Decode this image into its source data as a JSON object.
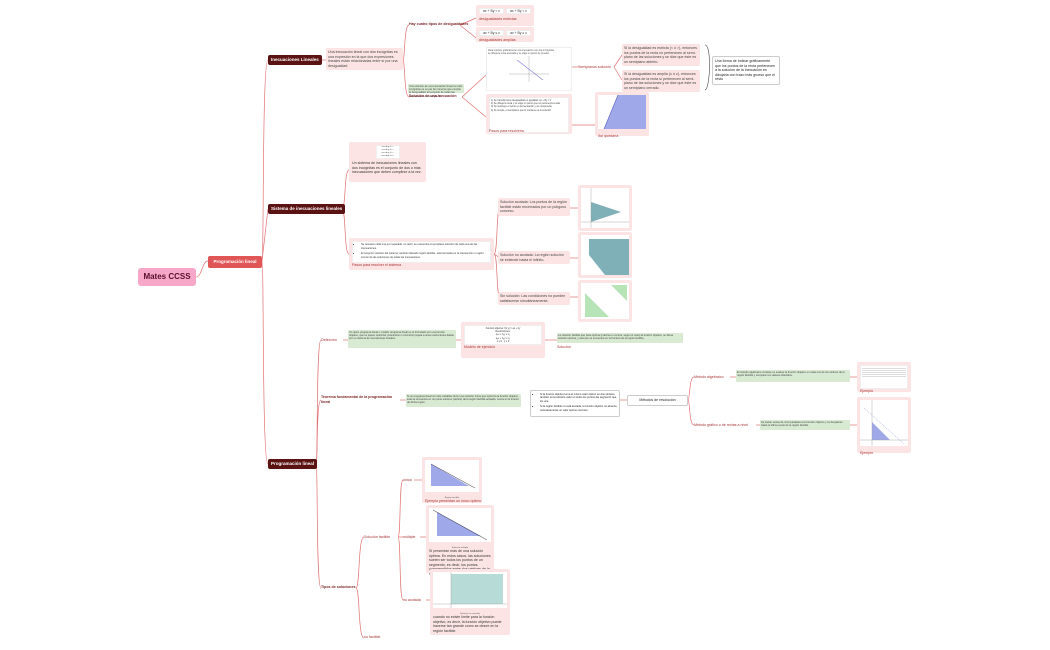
{
  "root": "Mates CCSS",
  "main": "Programación lineal",
  "branches": {
    "inecuaciones": {
      "title": "Inecuaciones Lineales",
      "definition": "Una inecuación lineal con dos incógnitas es una expresión en la que dos expresiones lineales están relacionadas entre sí por una desigualdad",
      "tipos_title": "Hay cuatro tipos de desigualdades",
      "tipos_estrictas": [
        "ax + By < c",
        "ax + By > c"
      ],
      "label_estrictas": "desigualdades estrictas",
      "tipos_amplias": [
        "ax + By ≤ c",
        "ax + By ≥ c"
      ],
      "label_amplias": "desigualdades amplias",
      "solucion_title": "Solución de una inecuación",
      "solucion_green": "Una solución de una inecuación lineal con dos incógnitas es un par de números que cumple la desigualdad. El conjunto de todas las soluciones es un semiplano.",
      "semiplano_label": "Semiplanos solución",
      "estricta_text": "Si la desigualdad es estricta (< ó >), entonces los puntos de la recta no pertenecen al semi-plano de las soluciones y se dice que éste es un semiplano abierto.",
      "amplia_text": "Si la desigualdad es amplia (≤ ó ≥), entonces los puntos de la recta sí pertenecen al semi-plano de las soluciones y se dice que éste es un semiplano cerrado.",
      "forma_text": "Una forma de indicar gráficamente que los puntos de la recta pertenecen a la solución de la inecuación es dibujarla con trazo más grueso que el resto",
      "pasos_label": "Pasos para resolverla",
      "ejemplo_label": "Así quedaría",
      "card1_lines": [
        "Para resolver gráficamente una inecuación con dos incógnitas",
        "se dibuja la recta asociada y se elige un punto de prueba."
      ],
      "card2_lines": [
        "1) Se transforma la desigualdad en igualdad: ax + By = c",
        "2) Se dibuja la recta y se elige un punto que no pertenezca a ella",
        "3) Se sustituye el punto en la inecuación y se comprueba",
        "4) Si cumple, el semiplano que lo contiene es la solución"
      ]
    },
    "sistema": {
      "title": "Sistema de inecuaciones lineales",
      "eq_lines": [
        "a₁x+b₁y ≤ c₁",
        "a₂x+b₂y ≤ c₂",
        "a₃x+b₃y ≤ c₃",
        "aₙx+bₙy ≤ cₙ"
      ],
      "definition": "Un sistema de inecuaciones lineales con dos incógnitas es el conjunto de dos o más inecuaciones que deben cumplirse a la vez.",
      "pasos_bullets": [
        "Se resuelve cada una por separado, es decir, se encuentra el semiplano solución de cada una de las inecuaciones.",
        "El conjunto solución del sistema, también llamado región factible, está formada por la intersección o región común de las soluciones de todas las inecuaciones."
      ],
      "pasos_label": "Pasos para resolver el sistema",
      "acotada": "Solución acotada: Los puntos de la región factible están encerrados por un polígono convexo.",
      "no_acotada": "Solución no acotada: La región solución se extiende hasta el infinito.",
      "sin_solucion": "Sin solución: Las condiciones no pueden satisfacerse simultáneamente."
    },
    "programacion": {
      "title": "Programación lineal",
      "definicion_label": "Definición",
      "definicion_green": "Un típico programa lineal o modelo programa lineal es el formulado por una función objetivo, que se quiere optimizar (maximizar o minimizar) sujeta a unas restricciones dadas por un sistema de inecuaciones lineales.",
      "modelo_label": "Modelo de ejercicio",
      "modelo_lines": [
        "Función objetivo: f(x,y) = ax + by",
        "Restricciones:",
        "a₁x + b₁y ≤ c₁",
        "a₂x + b₂y ≤ c₂",
        "x ≥ 0 ; y ≥ 0"
      ],
      "solucion_label": "Solución",
      "solucion_green": "La solución factible que hace óptima (máxima o mínima, según el caso) la función objetivo, se llama solución óptima, y siempre se encuentra en la frontera de la región factible.",
      "teorema_title": "Teorema fundamental de la programación lineal",
      "teorema_green": "Si un programa lineal con dos variables tiene una solución única que optimiza la función objetivo, ésta se encuentra en un punto extremo (vértice) de la región factible acotada, nunca en el interior de dicha región.",
      "teorema_white": [
        "Si la función objetivo toma el mismo valor óptimo en dos vértices, también toma idéntico valor en todos los puntos del segmento que los une.",
        "Si la región factible no está acotada, la función objetivo no alcanza necesariamente un valor óptimo concreto."
      ],
      "metodos_label": "Métodos de resolución",
      "algebraico_label": "Método algebraico",
      "algebraico_green": "El método algebraico consiste en evaluar la función objetivo en cada uno de los vértices de la región factible y comparar los valores obtenidos.",
      "grafico_label": "Método gráfico o de rectas a nivel",
      "grafico_green": "Se trazan rectas de nivel paralelas a la función objetivo y se desplazan hasta el último punto de la región factible.",
      "ejemplo_label": "Ejemplo",
      "ejemplo2_label": "Ejemplo",
      "tipos_title": "Tipos de soluciones",
      "factible_label": "Solución factible",
      "unica_label": "única",
      "unica_caption": "Ejemplo presentan un único óptimo",
      "multiple_label": "múltiple",
      "multiple_caption": "Si presentan más de una solución óptima. En estos casos, las soluciones suelen ser todos los puntos de un segmento, es decir, los puntos comprendidos entre dos vértices de la región factible.",
      "no_acotada_label": "no acotada",
      "no_acotada_caption": "cuando no existe límite para la función objetivo, es decir, la función objetivo puede hacerse tan grande como se desee en la región factible.",
      "no_factible_label": "no factible",
      "mini_caption_1": "Región factible",
      "mini_caption_2": "Solución múltiple",
      "mini_caption_3": "Solución no acotada"
    }
  },
  "colors": {
    "root": "#f7a8c8",
    "main": "#e05555",
    "level2": "#5a1212",
    "pink": "#fde4e4",
    "green": "#d9ead3",
    "line": "#e07070",
    "region_blue": "#9fa8e8",
    "region_teal": "#7fb0b8",
    "region_green": "#b7e4b7"
  }
}
